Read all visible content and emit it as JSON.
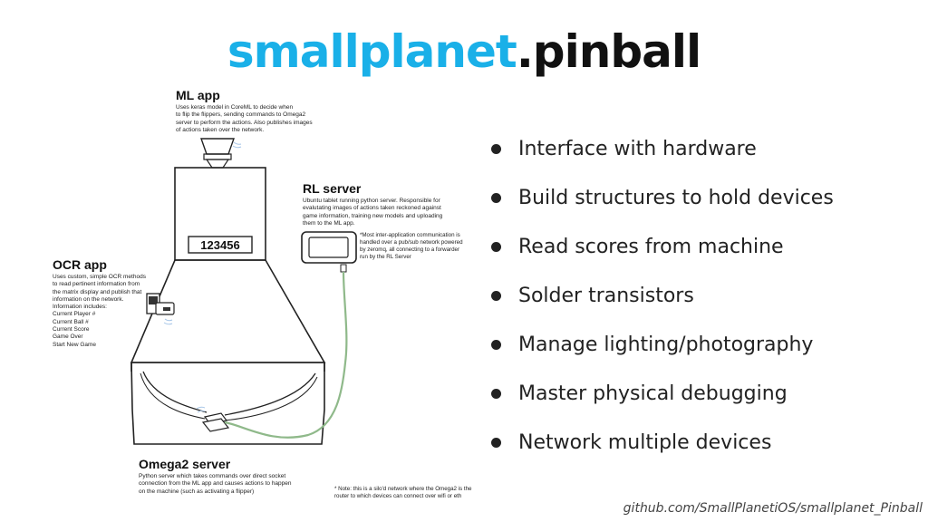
{
  "title": {
    "brand": "smallplanet",
    "suffix": ".pinball"
  },
  "diagram": {
    "ml_app": {
      "heading": "ML app",
      "body": "Uses keras model in CoreML to decide when\nto flip the flippers, sending commands to Omega2\nserver to perform the actions. Also publishes images\nof actions taken over the network."
    },
    "rl_server": {
      "heading": "RL server",
      "body": "Ubuntu tablet running python server. Responsible for\nevalutating images of actions taken reckoned against\ngame information, training new models and uploading\nthem to the ML app."
    },
    "pubsub_note": "*Most inter-application communication is\nhandled over a pub/sub network powered\nby zeromq, all connecting to a forwarder\nrun by the RL Server",
    "ocr_app": {
      "heading": "OCR app",
      "body": "Uses custom, simple OCR methods\nto read pertinent information from\nthe matrix display and publish that\ninformation on the network.\nInformation includes:\nCurrent Player #\nCurrent Ball #\nCurrent Score\nGame Over\nStart New Game"
    },
    "score_display": "123456",
    "omega2_server": {
      "heading": "Omega2 server",
      "body": "Python server which takes commands over direct socket\nconnection from the ML app and causes actions to happen\non the machine (such as activating a flipper)"
    },
    "network_note": "* Note: this is a silo'd network where the Omega2 is the\nrouter to which devices can connect over wifi or eth",
    "cable_color": "#8fb98a"
  },
  "bullets": [
    "Interface with hardware",
    "Build structures to hold devices",
    "Read scores from machine",
    "Solder transistors",
    "Manage lighting/photography",
    "Master physical debugging",
    "Network multiple devices"
  ],
  "footer": "github.com/SmallPlanetiOS/smallplanet_Pinball"
}
